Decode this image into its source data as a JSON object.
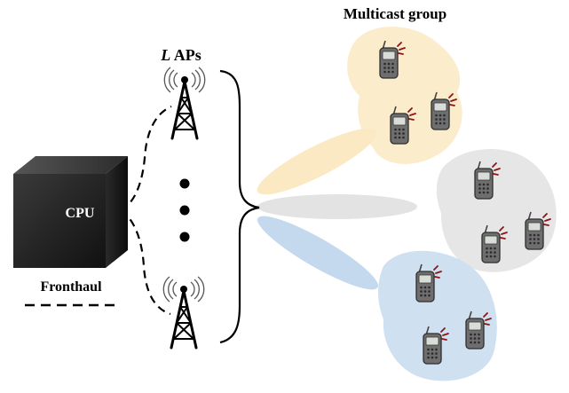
{
  "labels": {
    "group_title": "Multicast group",
    "ap_count_var": "L",
    "ap_count_text": " APs",
    "cpu": "CPU",
    "fronthaul": "Fronthaul"
  },
  "colors": {
    "cluster_yellow": "#fbeccc",
    "cluster_gray": "#e6e6e6",
    "cluster_blue": "#cfe0f1",
    "beam_yellow": "#fbe9c4",
    "beam_gray": "#e3e3e3",
    "beam_blue": "#c5d9ee",
    "cpu_cube": "#1c1c1c",
    "line": "#000000",
    "phone_body": "#6e6e6e",
    "phone_signal": "#8b1414"
  },
  "icons": {
    "cpu": "cube-icon",
    "ap": "antenna-tower-icon",
    "user": "mobile-phone-icon"
  }
}
